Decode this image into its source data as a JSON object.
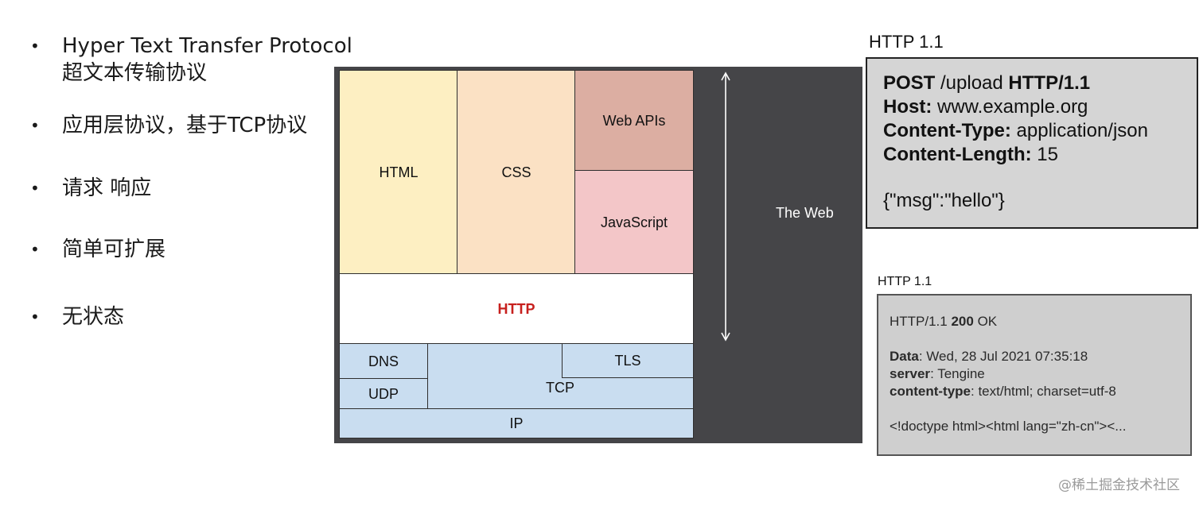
{
  "bullets": [
    {
      "line1": "Hyper Text Transfer Protocol",
      "line2": "超文本传输协议"
    },
    {
      "line1": "应用层协议，基于TCP协议"
    },
    {
      "line1": "请求 响应"
    },
    {
      "line1": "简单可扩展"
    },
    {
      "line1": "无状态"
    }
  ],
  "bullet_symbol": "•",
  "stack": {
    "html": "HTML",
    "css": "CSS",
    "web_apis": "Web APIs",
    "javascript": "JavaScript",
    "http": "HTTP",
    "dns": "DNS",
    "udp": "UDP",
    "tls": "TLS",
    "tcp": "TCP",
    "ip": "IP",
    "web": "The Web",
    "colors": {
      "html": "#fdefc2",
      "css": "#fbe1c4",
      "web_apis": "#dcaea2",
      "javascript": "#f3c6c8",
      "http_text": "#c7201e",
      "network": "#c9ddf0",
      "frame": "#454548"
    }
  },
  "request": {
    "title": "HTTP 1.1",
    "method": "POST",
    "path": " /upload ",
    "version": "HTTP/1.1",
    "host_key": "Host:",
    "host_val": " www.example.org",
    "ctype_key": "Content-Type:",
    "ctype_val": " application/json",
    "clen_key": "Content-Length:",
    "clen_val": " 15",
    "body": "{\"msg\":\"hello\"}"
  },
  "response": {
    "title": "HTTP 1.1",
    "status_prefix": "HTTP/1.1 ",
    "status_code": "200",
    "status_text": " OK",
    "data_key": "Data",
    "data_val": ": Wed, 28 Jul 2021 07:35:18",
    "server_key": "server",
    "server_val": ": Tengine",
    "ctype_key": "content-type",
    "ctype_val": ": text/html; charset=utf-8",
    "body": "<!doctype html><html lang=\"zh-cn\"><..."
  },
  "watermark": "@稀土掘金技术社区"
}
